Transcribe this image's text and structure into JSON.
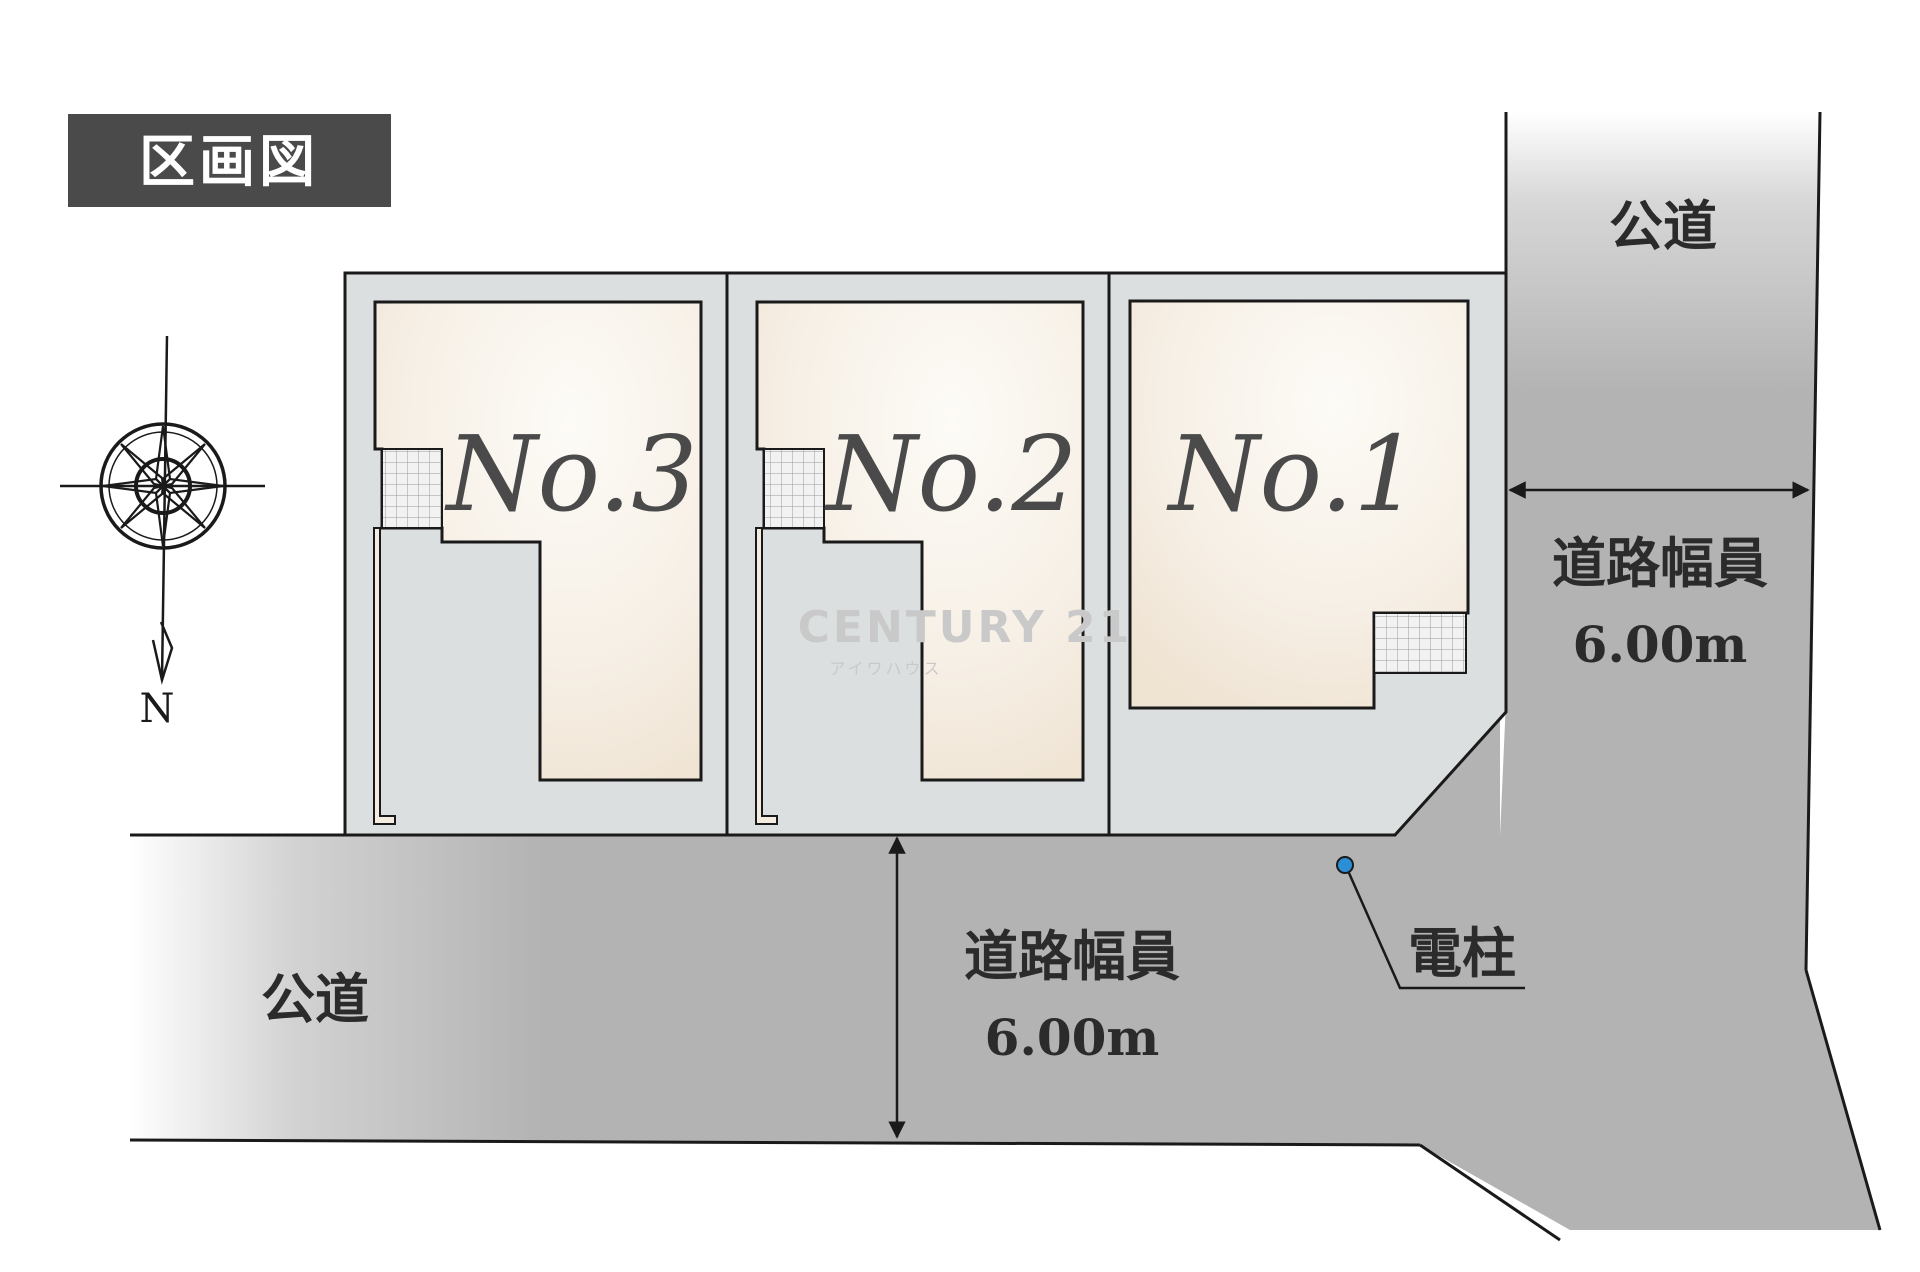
{
  "title": "区画図",
  "lots": [
    {
      "label": "No.3"
    },
    {
      "label": "No.2"
    },
    {
      "label": "No.1"
    }
  ],
  "roads": {
    "east": {
      "name": "公道",
      "width_label": "道路幅員",
      "width_value": "6.00m"
    },
    "south": {
      "name": "公道",
      "width_label": "道路幅員",
      "width_value": "6.00m"
    }
  },
  "utility_pole": {
    "label": "電柱"
  },
  "compass": {
    "north_label": "N"
  },
  "watermark": {
    "brand": "CENTURY 21",
    "sub": "アイワハウス"
  },
  "colors": {
    "road": "#b3b3b3",
    "lot": "#dcdfe0",
    "building": "#f4ece0",
    "pole": "#2b8fd6",
    "title_bg": "#4a4a4a"
  }
}
